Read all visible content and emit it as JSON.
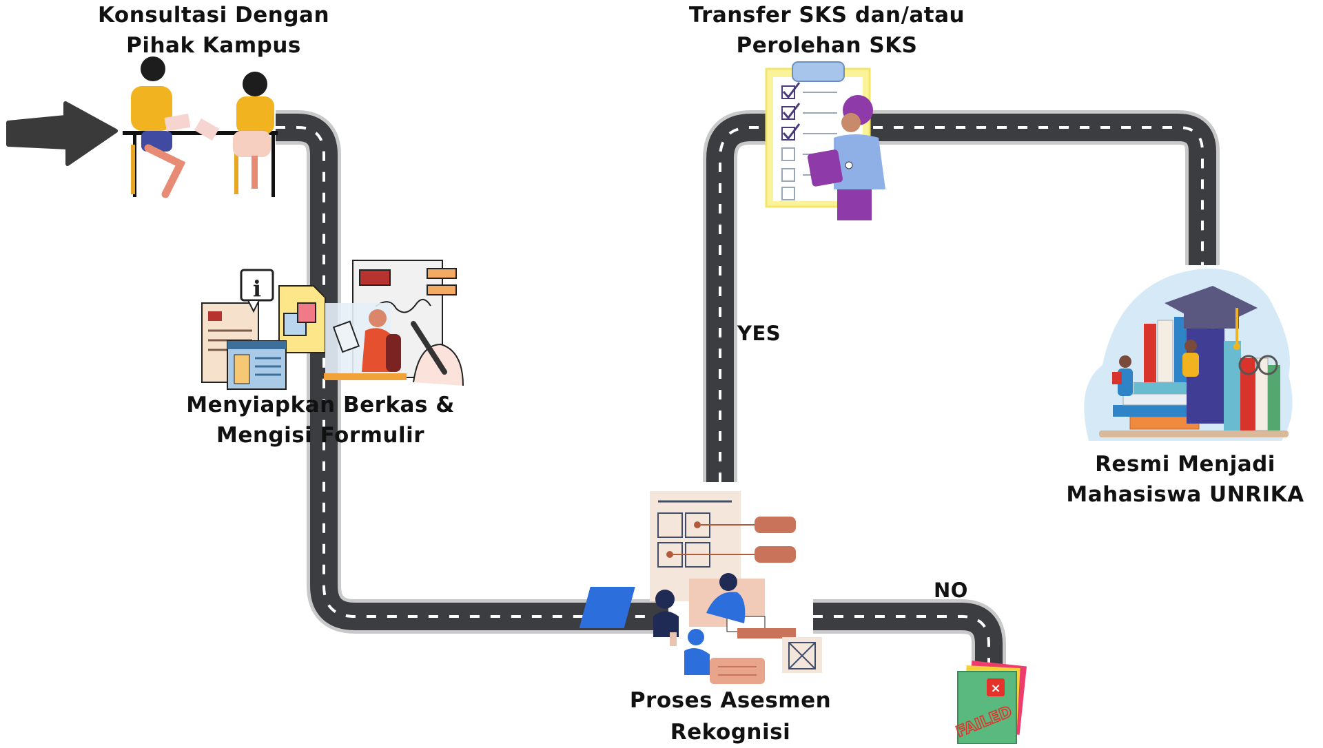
{
  "steps": {
    "step1": {
      "line1": "Konsultasi  Dengan",
      "line2": "Pihak Kampus"
    },
    "step2": {
      "line1": "Menyiapkan Berkas &",
      "line2": "Mengisi Formulir"
    },
    "step3": {
      "line1": "Proses Asesmen",
      "line2": "Rekognisi"
    },
    "step4": {
      "line1": "Transfer SKS dan/atau",
      "line2": "Perolehan SKS"
    },
    "step5": {
      "line1": "Resmi Menjadi",
      "line2": "Mahasiswa UNRIKA"
    }
  },
  "branches": {
    "yes": "YES",
    "no": "NO"
  },
  "failed_stamp": "FAILED",
  "info_sign": "i",
  "colors": {
    "road": "#3b3d41",
    "road_edge": "#c9c9c9",
    "lane": "#ffffff",
    "arrow": "#3a3a3a",
    "stamp_red": "#e4322b",
    "bag_green": "#59b97e"
  },
  "icons": [
    "start-arrow-icon",
    "consultation-icon",
    "documents-form-icon",
    "assessment-icon",
    "checklist-icon",
    "graduation-books-icon",
    "failed-bag-icon"
  ]
}
